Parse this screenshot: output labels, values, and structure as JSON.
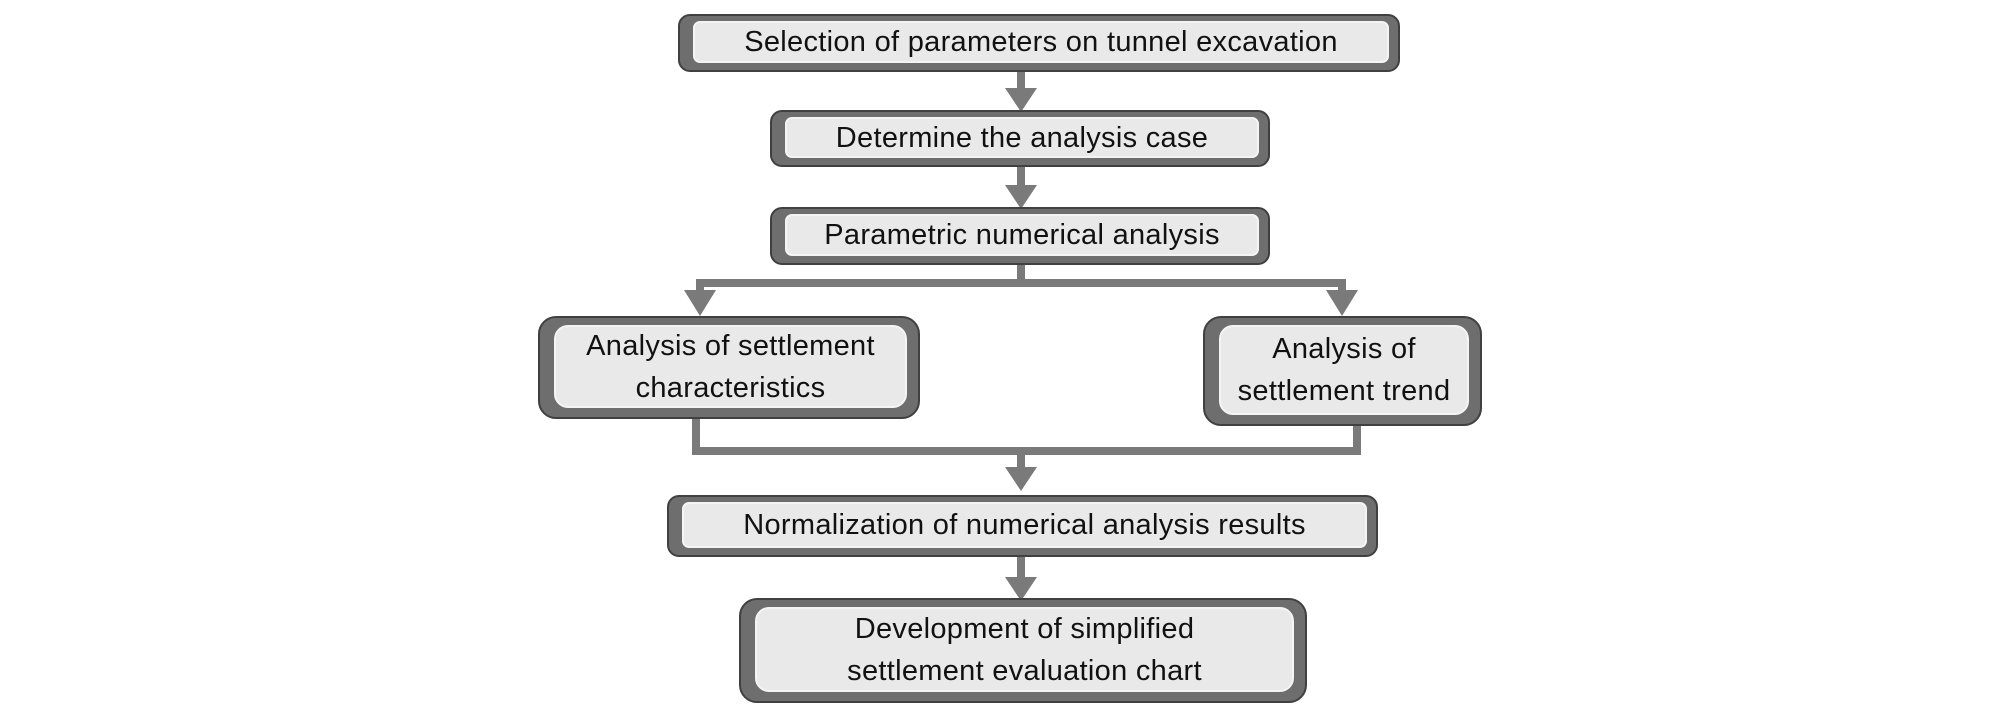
{
  "flowchart": {
    "steps": [
      {
        "id": "selection",
        "label": "Selection of parameters on tunnel excavation"
      },
      {
        "id": "determine",
        "label": "Determine the analysis case"
      },
      {
        "id": "parametric",
        "label": "Parametric numerical analysis"
      },
      {
        "id": "characteristics",
        "label": "Analysis of settlement\ncharacteristics"
      },
      {
        "id": "trend",
        "label": "Analysis of\nsettlement trend"
      },
      {
        "id": "normalization",
        "label": "Normalization of numerical analysis results"
      },
      {
        "id": "development",
        "label": "Development of simplified\nsettlement evaluation chart"
      }
    ],
    "colors": {
      "connector": "#7a7a7a",
      "box_frame": "#6e6e6e",
      "box_fill": "#e9e9e9",
      "text": "#111111"
    }
  }
}
